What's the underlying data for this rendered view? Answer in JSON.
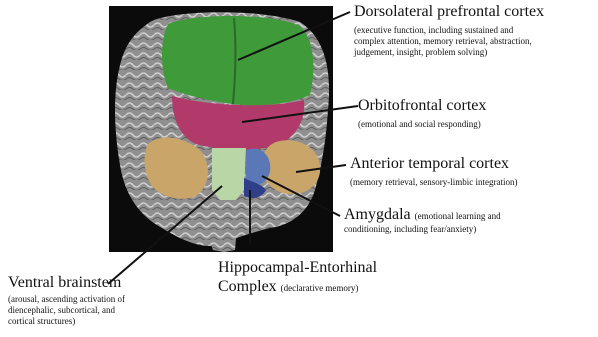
{
  "labels": {
    "dlpfc": {
      "title": "Dorsolateral prefrontal cortex",
      "desc_lines": [
        "(executive function, including sustained and",
        "complex attention, memory retrieval, abstraction,",
        "judgement, insight, problem solving)"
      ]
    },
    "ofc": {
      "title": "Orbitofrontal cortex",
      "desc_lines": [
        "(emotional and social responding)"
      ]
    },
    "atc": {
      "title": "Anterior temporal cortex",
      "desc_lines": [
        "(memory retrieval, sensory-limbic integration)"
      ]
    },
    "amygdala": {
      "title": "Amygdala",
      "inline_desc": "(emotional learning and",
      "desc_lines": [
        "conditioning, including fear/anxiety)"
      ]
    },
    "hippo": {
      "title_line1": "Hippocampal-Entorhinal",
      "title_line2": "Complex",
      "inline_desc": "(declarative memory)"
    },
    "brainstem": {
      "title": "Ventral brainstem",
      "desc_lines": [
        "(arousal, ascending activation of",
        "diencephalic, subcortical, and",
        "cortical structures)"
      ]
    }
  },
  "colors": {
    "background_panel": "#0b0b0b",
    "dlpfc": "#3f9a3a",
    "ofc": "#b23a6a",
    "temporal": "#c9a56a",
    "brainstem": "#b8d6a6",
    "amygdala": "#5a78b8",
    "hippocampal": "#2f3f8a",
    "cortex_gray": "#9a9a9a"
  }
}
